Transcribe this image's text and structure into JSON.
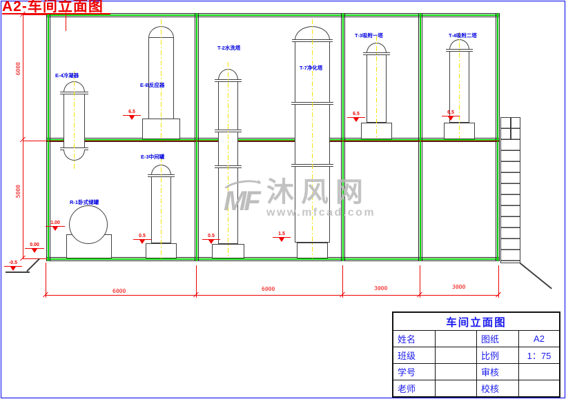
{
  "title": "A2-车间立面图",
  "watermark": {
    "logo_text": "MF",
    "site_name": "沐风网",
    "site_url": "www.mfcad.com"
  },
  "equipment_labels": {
    "e4": "E-4冷凝器",
    "eb": "E-B反应器",
    "t2": "T-2水洗塔",
    "t7": "T-7净化塔",
    "t3": "T-3吸附一塔",
    "t4": "T-4吸附二塔",
    "e3": "E-3中间罐",
    "r1": "R-1卧式储罐"
  },
  "elevations": {
    "eb_base": "6.5",
    "t3_base": "6.5",
    "t4_base": "6.5",
    "e3_base": "0.5",
    "t2_base": "0.5",
    "t7_base": "1.5",
    "r1_base": "1.00",
    "ground": "0.00",
    "below_ground": "-0.5"
  },
  "dimensions": {
    "bottom": [
      "6000",
      "6000",
      "3000",
      "3000"
    ],
    "left_upper": "6000",
    "left_lower": "5000"
  },
  "title_block": {
    "title": "车间立面图",
    "rows": [
      {
        "label": "姓名",
        "value": "",
        "label2": "图纸",
        "value2": "A2"
      },
      {
        "label": "班级",
        "value": "",
        "label2": "比例",
        "value2": "1：75"
      },
      {
        "label": "学号",
        "value": "",
        "label2": "审核",
        "value2": ""
      },
      {
        "label": "老师",
        "value": "",
        "label2": "校核",
        "value2": ""
      }
    ]
  },
  "colors": {
    "accent_red": "#ee0000",
    "line_green": "#00d000",
    "label_blue": "#0000e0",
    "centerline_yellow": "#f2e400"
  }
}
